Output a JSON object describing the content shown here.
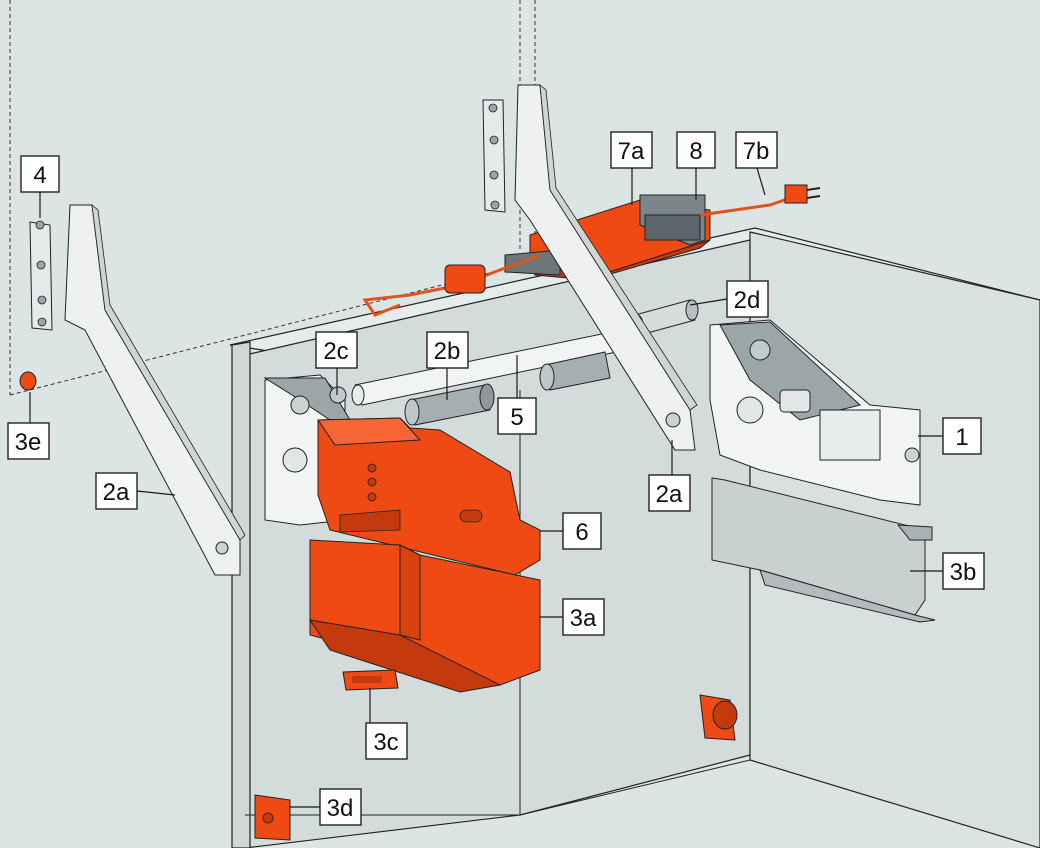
{
  "colors": {
    "background": "#dde4e4",
    "cabinet_face": "#d6dfde",
    "cabinet_light": "#e4ebea",
    "orange": "#f04a14",
    "orange_dark": "#c43a0e",
    "metal": "#9aa6a8",
    "arm": "#eef1ef",
    "outline": "#1a1a1a"
  },
  "labels": {
    "l1": "1",
    "l2a_left": "2a",
    "l2a_right": "2a",
    "l2b": "2b",
    "l2c": "2c",
    "l2d": "2d",
    "l3a": "3a",
    "l3b": "3b",
    "l3c": "3c",
    "l3d": "3d",
    "l3e": "3e",
    "l4": "4",
    "l5": "5",
    "l6": "6",
    "l7a": "7a",
    "l7b": "7b",
    "l8": "8"
  },
  "icons": {
    "lift_mechanism": "lift-mechanism-icon",
    "mounting_plate": "mounting-plate-icon",
    "lift_arm": "lift-arm-icon"
  }
}
